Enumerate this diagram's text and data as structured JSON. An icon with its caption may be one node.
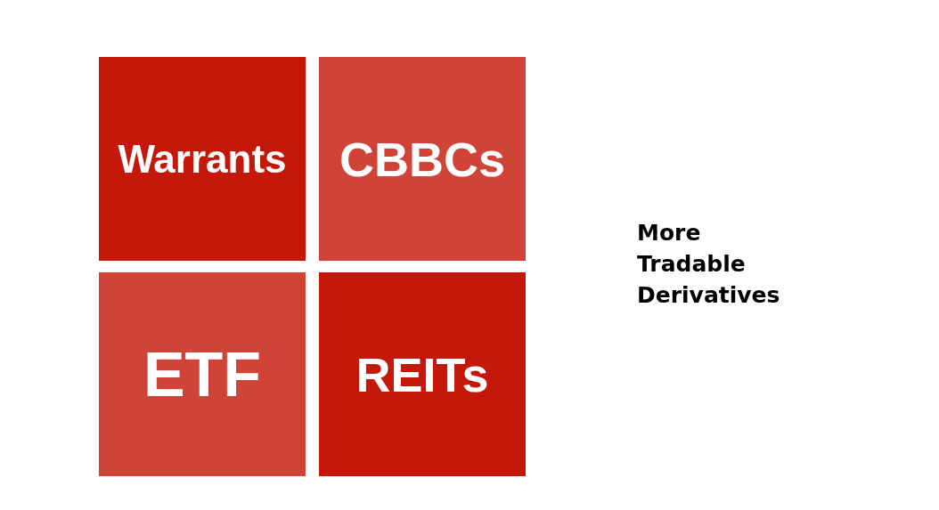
{
  "diagram": {
    "nodes": [
      {
        "text": [
          "Warrants"
        ]
      },
      {
        "text": [
          "CBBCs"
        ]
      },
      {
        "text": [
          "ETF"
        ]
      },
      {
        "text": [
          "REITs"
        ]
      }
    ],
    "labels": [
      "More Tradable Derivatives"
    ]
  }
}
